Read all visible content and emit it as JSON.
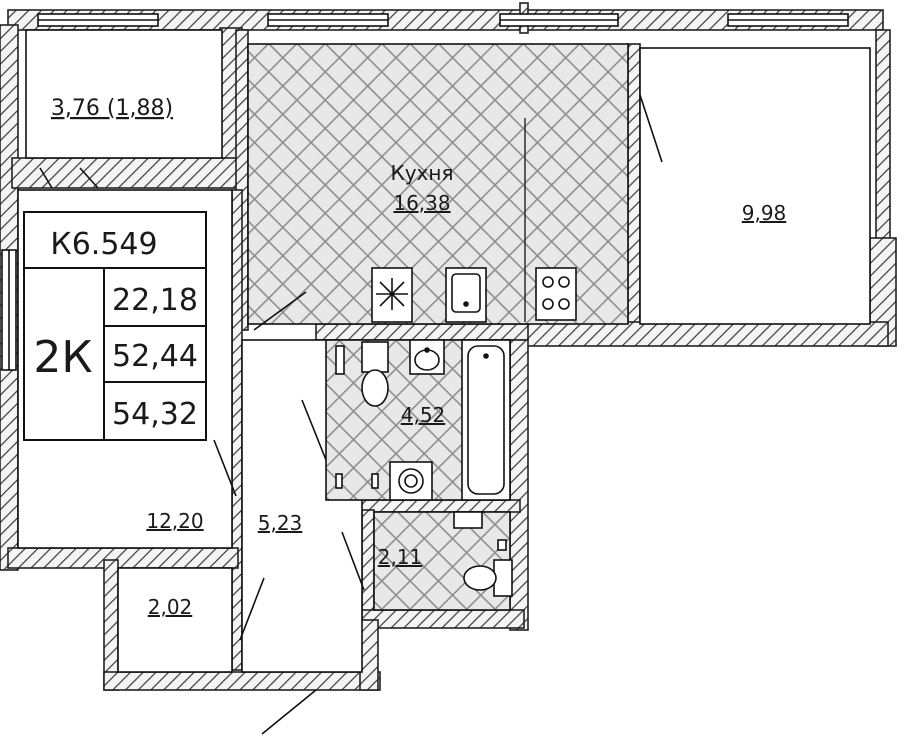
{
  "apartment": {
    "code": "К6.549",
    "type": "2К",
    "living_area": "22,18",
    "total_area": "52,44",
    "total_area_with_balcony": "54,32"
  },
  "rooms": {
    "balcony": "3,76 (1,88)",
    "kitchen_name": "Кухня",
    "kitchen_area": "16,38",
    "bedroom_right": "9,98",
    "bedroom_left": "12,20",
    "bathroom": "4,52",
    "hallway": "5,23",
    "wc": "2,11",
    "closet": "2,02"
  }
}
